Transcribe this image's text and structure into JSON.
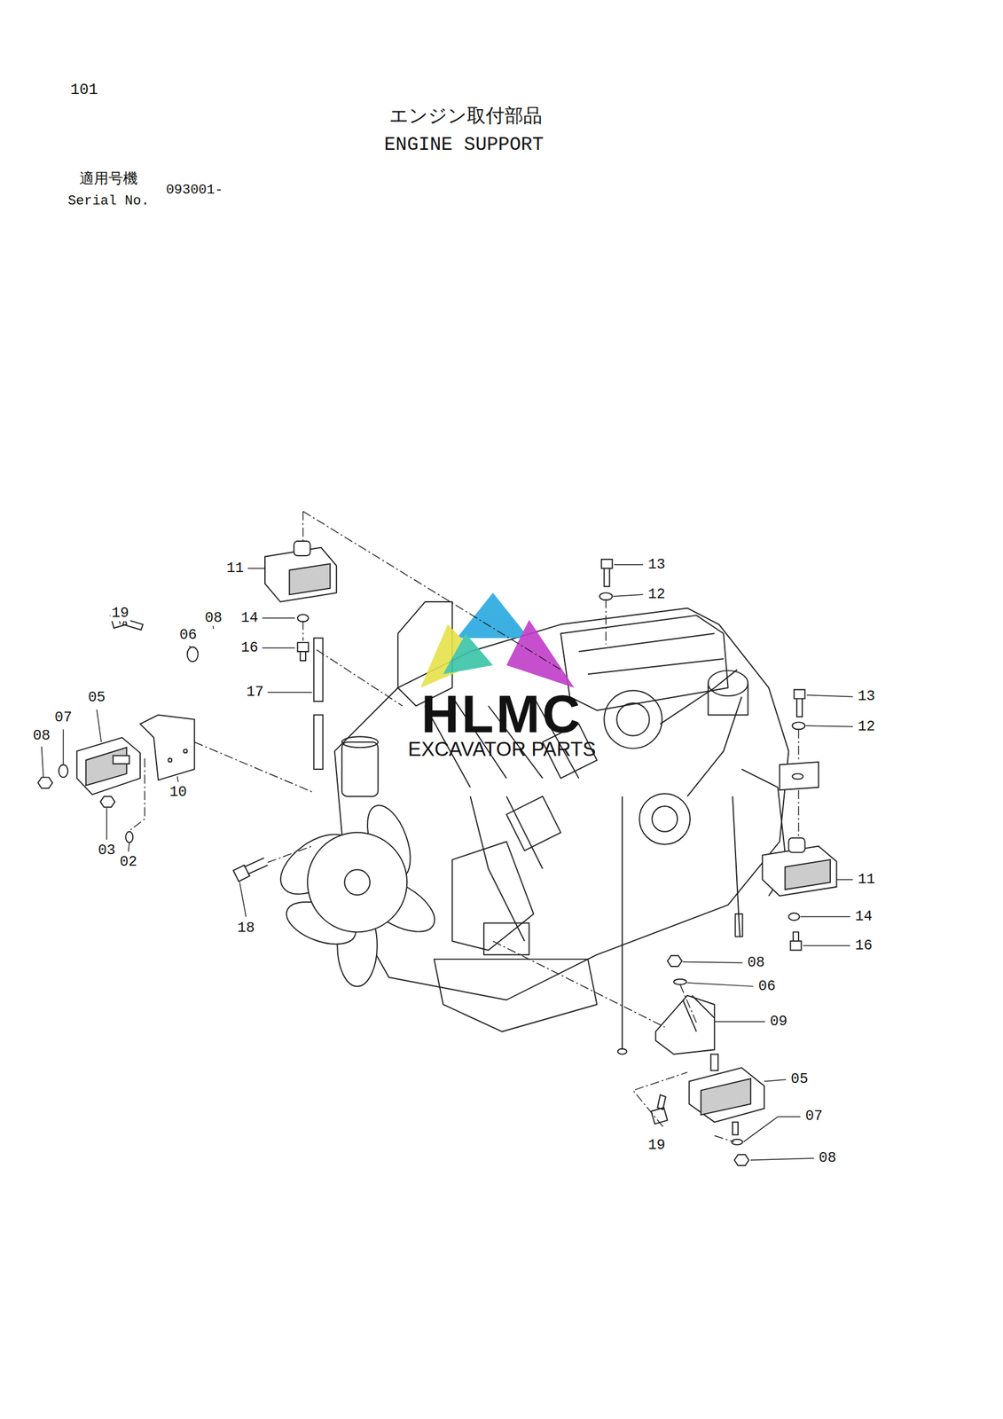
{
  "diagram": {
    "title": "エンジン取付部品",
    "labels": [
      "101",
      "ENGINE SUPPORT",
      "適用号機",
      "Serial No.",
      "093001-",
      "HLMC",
      "EXCAVATOR PARTS",
      "11",
      "14",
      "16",
      "17",
      "19",
      "06",
      "08",
      "05",
      "07",
      "08",
      "03",
      "02",
      "10",
      "18",
      "13",
      "12",
      "13",
      "12",
      "11",
      "14",
      "16",
      "08",
      "06",
      "09",
      "05",
      "07",
      "08",
      "19"
    ]
  }
}
